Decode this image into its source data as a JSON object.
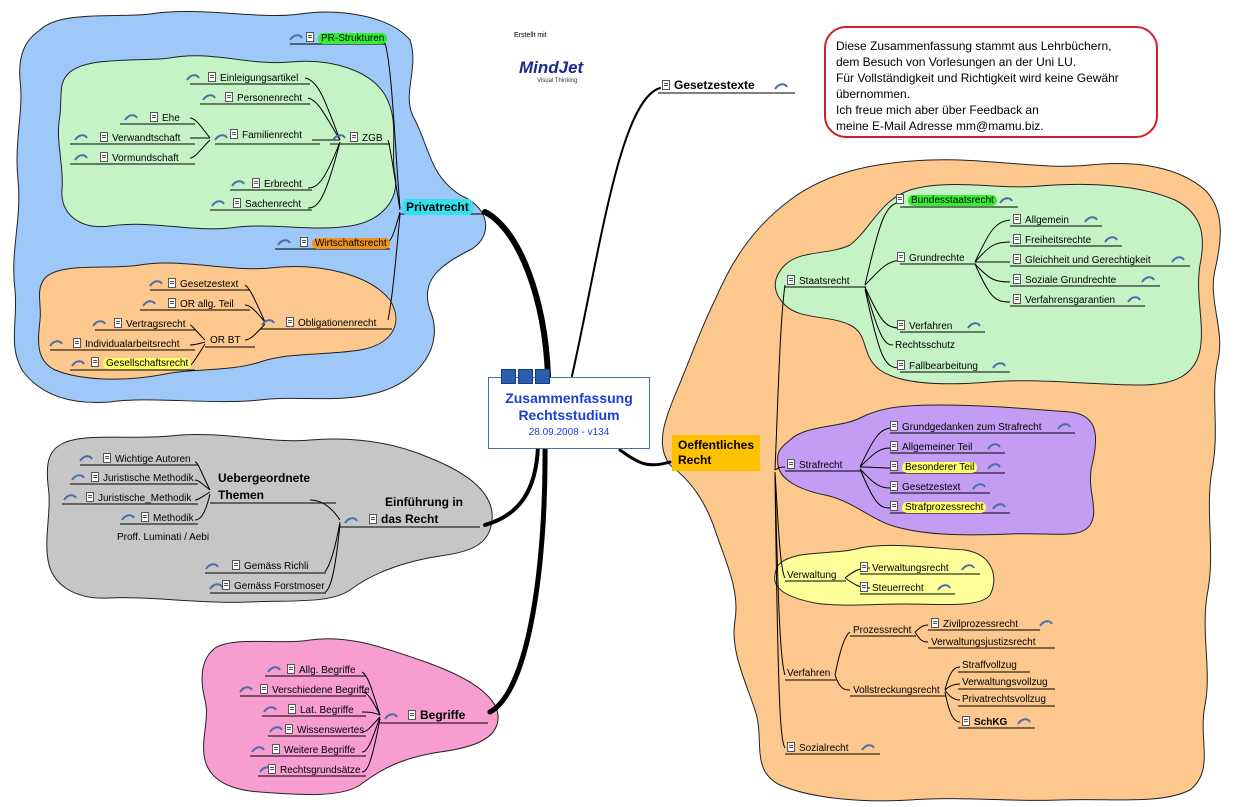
{
  "center": {
    "title1": "Zusammenfassung",
    "title2": "Rechtsstudium",
    "date": "28.09.2008 - v134"
  },
  "note": {
    "lines": [
      "Diese Zusammenfassung stammt aus Lehrbüchern,",
      "dem Besuch von Vorlesungen an der Uni LU.",
      "Für Vollständigkeit und Richtigkeit wird keine Gewähr",
      "übernommen.",
      "Ich freue mich aber über Feedback an",
      "meine E-Mail Adresse mm@mamu.biz."
    ]
  },
  "made_with": "Erstellt mit",
  "logo": {
    "name": "MindJet",
    "tagline": "Visual Thinking"
  },
  "colors": {
    "blue_cloud": "#9dc8f8",
    "green_cloud": "#c6f3c6",
    "orange_cloud": "#fcc88e",
    "gray_cloud": "#c6c6c6",
    "pink_cloud": "#f79dd0",
    "purple_cloud": "#c49cf4",
    "yellow_cloud": "#ffff99",
    "note_border": "#d0202a"
  },
  "privatrecht": {
    "label": "Privatrecht",
    "pr_strukturen": "PR-Strukturen",
    "zgb": "ZGB",
    "einleitungsartikel": "Einleigungsartikel",
    "personenrecht": "Personenrecht",
    "familienrecht": "Familienrecht",
    "ehe": "Ehe",
    "verwandtschaft": "Verwandtschaft",
    "vormundschaft": "Vormundschaft",
    "erbrecht": "Erbrecht",
    "sachenrecht": "Sachenrecht",
    "wirtschaftsrecht": "Wirtschaftsrecht",
    "obligationenrecht": "Obligationenrecht",
    "gesetzestext": "Gesetzestext",
    "or_allg_teil": "OR allg. Teil",
    "or_bt": "OR BT",
    "vertragsrecht": "Vertragsrecht",
    "individualarbeitsrecht": "Individualarbeitsrecht",
    "gesellschaftsrecht": "Gesellschaftsrecht"
  },
  "einfuehrung": {
    "label1": "Einführung in",
    "label2": "das Recht",
    "uebergeordnete1": "Uebergeordnete",
    "uebergeordnete2": "Themen",
    "wichtige_autoren": "Wichtige Autoren",
    "jur_methodik": "Juristische Methodik",
    "jur_methodik2": "Juristische_Methodik",
    "methodik": "Methodik",
    "proff": "Proff. Luminati / Aebi",
    "richli": "Gemäss Richli",
    "forstmoser": "Gemäss Forstmoser"
  },
  "begriffe": {
    "label": "Begriffe",
    "items": [
      "Allg. Begriffe",
      "Verschiedene Begriffe",
      "Lat. Begriffe",
      "Wissenswertes",
      "Weitere Begriffe",
      "Rechtsgrundsätze"
    ]
  },
  "gesetzestexte": {
    "label": "Gesetzestexte"
  },
  "oeffentlich": {
    "label1": "Oeffentliches",
    "label2": "Recht",
    "staatsrecht": "Staatsrecht",
    "bundesstaatsrecht": "Bundesstaatsrecht",
    "grundrechte": "Grundrechte",
    "allgemein": "Allgemein",
    "freiheitsrechte": "Freiheitsrechte",
    "gleichheit": "Gleichheit und Gerechtigkeit",
    "soziale": "Soziale Grundrechte",
    "verfahrensgarantien": "Verfahrensgarantien",
    "verfahren": "Verfahren",
    "rechtsschutz": "Rechtsschutz",
    "fallbearbeitung": "Fallbearbeitung",
    "strafrecht": "Strafrecht",
    "grundgedanken": "Grundgedanken zum Strafrecht",
    "allg_teil": "Allgemeiner Teil",
    "bes_teil": "Besonderer Teil",
    "gesetzestext": "Gesetzestext",
    "strafprozessrecht": "Strafprozessrecht",
    "verwaltung": "Verwaltung",
    "verwaltungsrecht": "Verwaltungsrecht",
    "steuerrecht": "Steuerrecht",
    "verfahren2": "Verfahren",
    "prozessrecht": "Prozessrecht",
    "zivilprozessrecht": "Zivilprozessrecht",
    "verwaltungsjustizrecht": "Verwaltungsjustizsrecht",
    "vollstreckungsrecht": "Vollstreckungsrecht",
    "straffvollzug": "Straffvollzug",
    "verwaltungsvollzug": "Verwaltungsvollzug",
    "privatrechtsvollzug": "Privatrechtsvollzug",
    "schkg": "SchKG",
    "sozialrecht": "Sozialrecht"
  }
}
